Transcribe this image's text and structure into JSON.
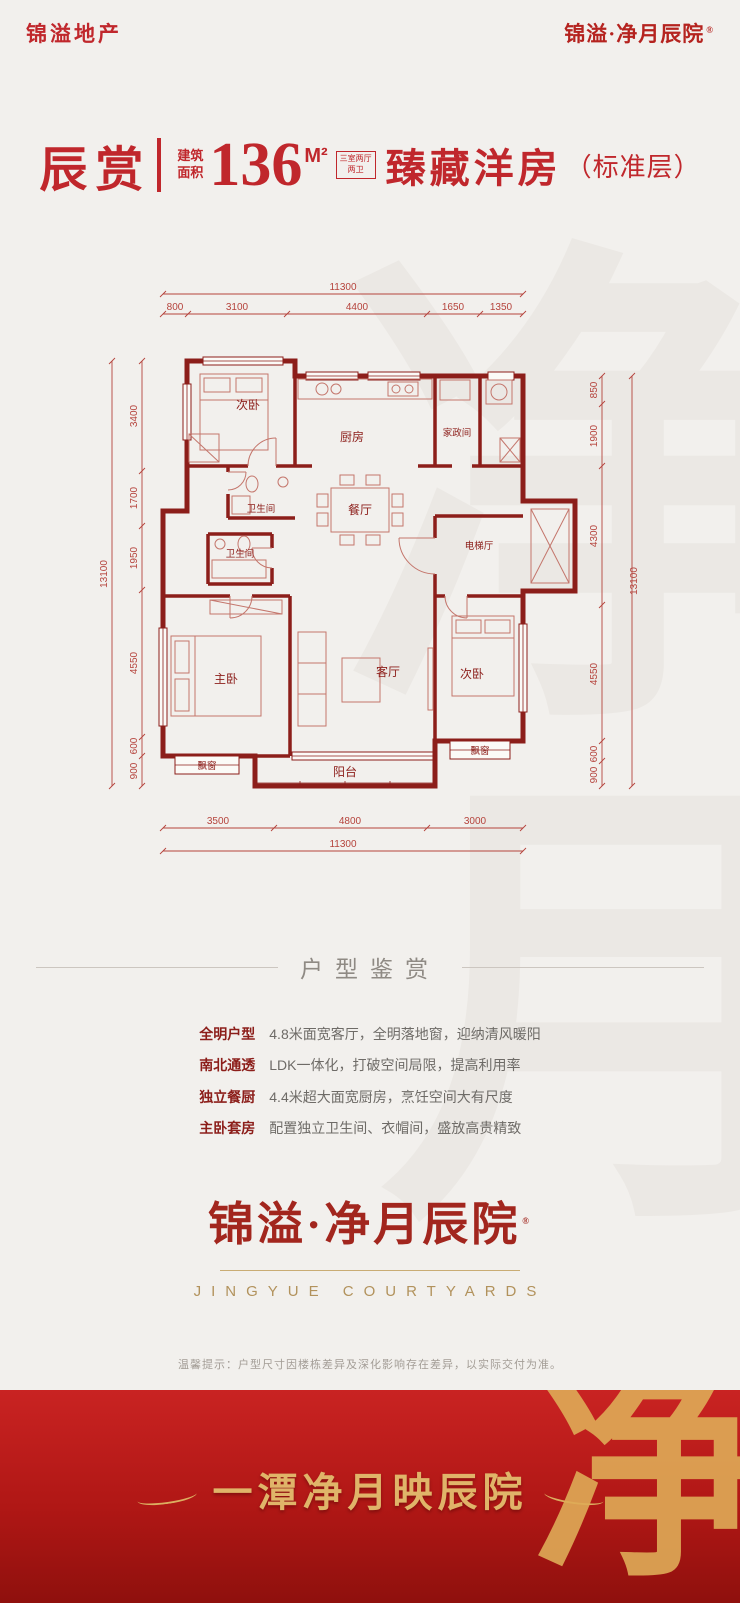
{
  "header": {
    "left_logo": "锦溢地产",
    "right_logo": "锦溢·净月辰院",
    "logo_mark": "®"
  },
  "title": {
    "name": "辰赏",
    "area_label_line1": "建筑",
    "area_label_line2": "面积",
    "area_value": "136",
    "area_unit": "M²",
    "area_tag_line1": "三室两厅",
    "area_tag_line2": "两卫",
    "type_name": "臻藏洋房",
    "floor_note": "（标准层）"
  },
  "floorplan": {
    "dims_top_total": "11300",
    "dims_top": [
      "800",
      "3100",
      "4400",
      "1650",
      "1350"
    ],
    "dims_left_total": "13100",
    "dims_left": [
      "3400",
      "1700",
      "1950",
      "4550",
      "600",
      "900"
    ],
    "dims_right_total": "13100",
    "dims_right": [
      "850",
      "1900",
      "4300",
      "4550",
      "600",
      "900"
    ],
    "dims_bottom": [
      "3500",
      "4800",
      "3000"
    ],
    "dims_bottom_total": "11300",
    "rooms": [
      {
        "label": "次卧"
      },
      {
        "label": "厨房"
      },
      {
        "label": "家政间"
      },
      {
        "label": "卫生间"
      },
      {
        "label": "卫生间"
      },
      {
        "label": "餐厅"
      },
      {
        "label": "电梯厅"
      },
      {
        "label": "主卧"
      },
      {
        "label": "客厅"
      },
      {
        "label": "次卧"
      },
      {
        "label": "飘窗"
      },
      {
        "label": "飘窗"
      },
      {
        "label": "阳台"
      }
    ]
  },
  "section": {
    "title": "户型鉴赏",
    "features": [
      {
        "tag": "全明户型",
        "desc": "4.8米面宽客厅，全明落地窗，迎纳清风暖阳"
      },
      {
        "tag": "南北通透",
        "desc": "LDK一体化，打破空间局限，提高利用率"
      },
      {
        "tag": "独立餐厨",
        "desc": "4.4米超大面宽厨房，烹饪空间大有尺度"
      },
      {
        "tag": "主卧套房",
        "desc": "配置独立卫生间、衣帽间，盛放高贵精致"
      }
    ]
  },
  "brand": {
    "logo": "锦溢·净月辰院",
    "logo_mark": "®",
    "logo_en": "JINGYUE COURTYARDS"
  },
  "disclaimer": "温馨提示：户型尺寸因楼栋差异及深化影响存在差异，以实际交付为准。",
  "footer": {
    "slogan": "一潭净月映辰院",
    "watermark": "净"
  },
  "watermarks": {
    "upper": "净",
    "lower": "月"
  },
  "colors": {
    "brand_red": "#c0272c",
    "wall_red": "#8c1e1a",
    "dim_red": "#b5433c",
    "gold": "#c9ac74",
    "band_red": "#c21e1c",
    "background": "#f2f0ed"
  }
}
